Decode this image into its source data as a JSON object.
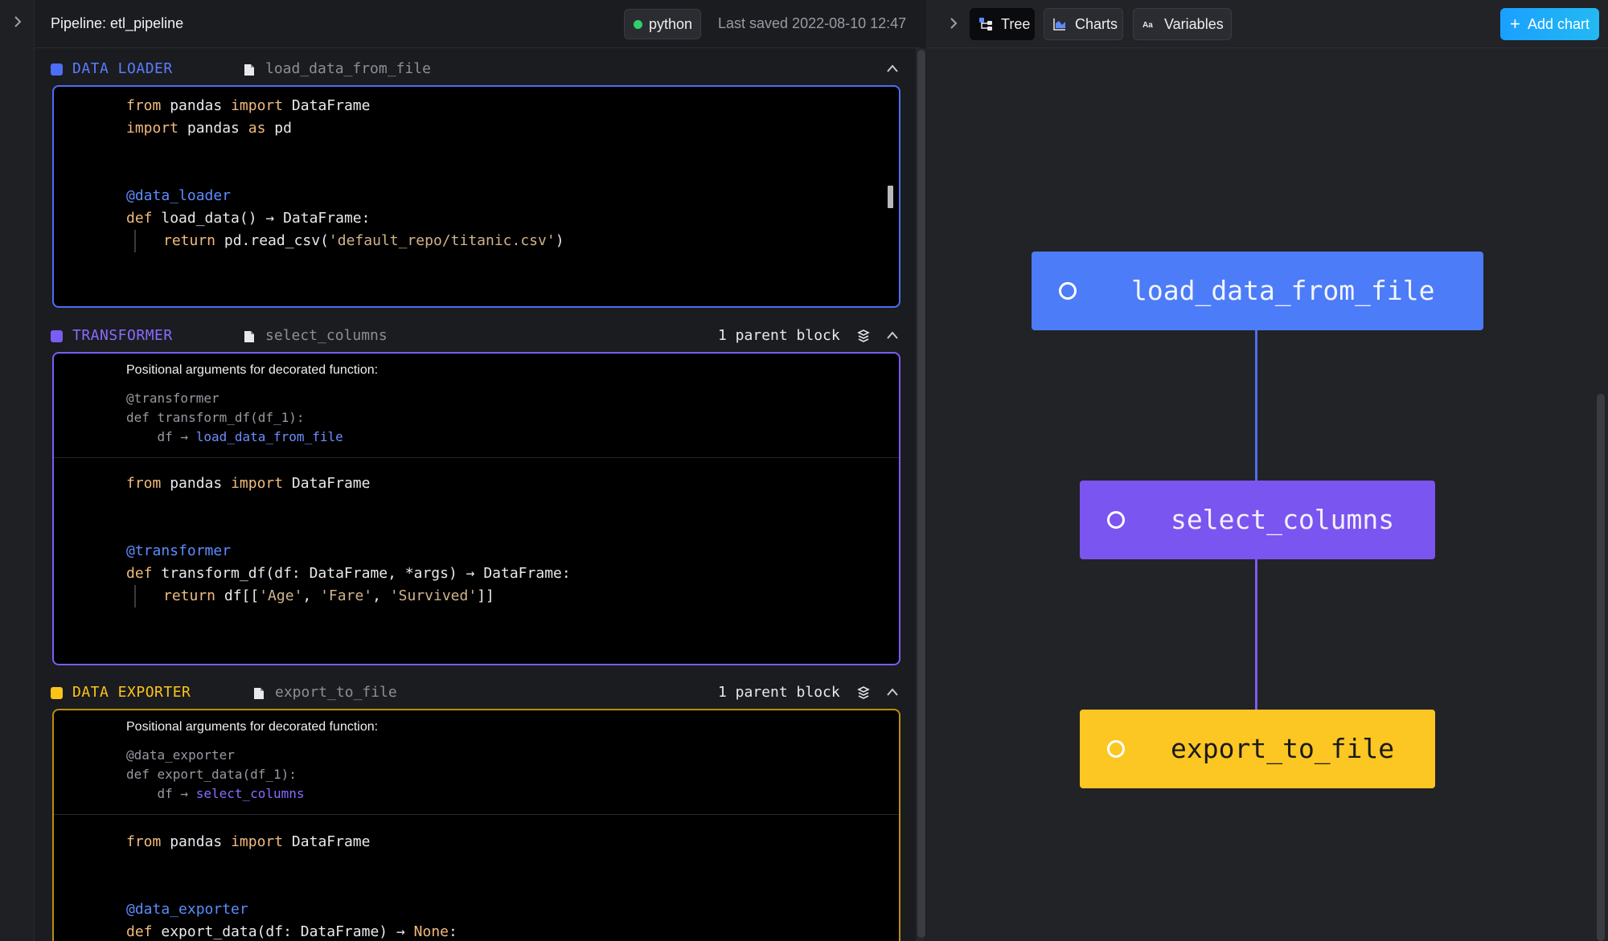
{
  "header": {
    "pipeline_title": "Pipeline: etl_pipeline",
    "language": "python",
    "last_saved": "Last saved 2022-08-10 12:47"
  },
  "blocks": [
    {
      "type": "DATA LOADER",
      "name": "load_data_from_file",
      "color": "#4c6ef5",
      "code": [
        "from pandas import DataFrame",
        "import pandas as pd",
        "@data_loader",
        "def load_data() → DataFrame:",
        "return pd.read_csv('default_repo/titanic.csv')"
      ]
    },
    {
      "type": "TRANSFORMER",
      "name": "select_columns",
      "color": "#7c5cf5",
      "parents": "1 parent block",
      "positional_title": "Positional arguments for decorated function:",
      "positional": [
        "@transformer",
        "def transform_df(df_1):",
        "df",
        "load_data_from_file"
      ],
      "code": [
        "from pandas import DataFrame",
        "@transformer",
        "def transform_df(df: DataFrame, *args) → DataFrame:",
        "return df[['Age', 'Fare', 'Survived']]"
      ]
    },
    {
      "type": "DATA EXPORTER",
      "name": "export_to_file",
      "color": "#fcc419",
      "parents": "1 parent block",
      "positional_title": "Positional arguments for decorated function:",
      "positional": [
        "@data_exporter",
        "def export_data(df_1):",
        "df",
        "select_columns"
      ],
      "code": [
        "from pandas import DataFrame",
        "@data_exporter",
        "def export_data(df: DataFrame) → None:"
      ]
    }
  ],
  "right_panel": {
    "tabs": [
      "Tree",
      "Charts",
      "Variables"
    ],
    "active_tab": "Tree",
    "add_chart": "Add chart",
    "tree_nodes": [
      "load_data_from_file",
      "select_columns",
      "export_to_file"
    ]
  },
  "icons": [
    "chevron-right-icon",
    "file-icon",
    "stack-icon",
    "chevron-up-icon",
    "tree-icon",
    "chart-icon",
    "variables-icon",
    "plus-icon"
  ]
}
